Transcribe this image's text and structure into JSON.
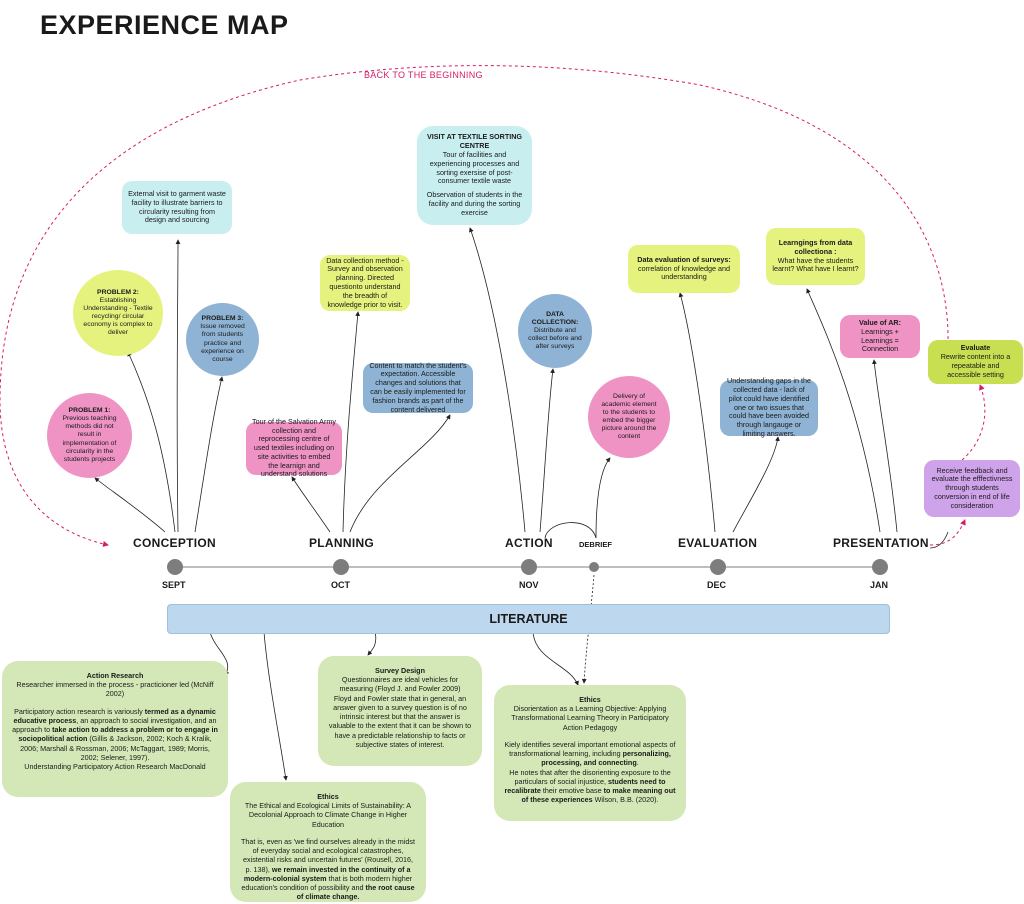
{
  "title": "EXPERIENCE MAP",
  "back_label": "BACK TO THE BEGINNING",
  "stages": [
    {
      "name": "CONCEPTION",
      "month": "SEPT"
    },
    {
      "name": "PLANNING",
      "month": "OCT"
    },
    {
      "name": "ACTION",
      "month": "NOV"
    },
    {
      "name": "EVALUATION",
      "month": "DEC"
    },
    {
      "name": "PRESENTATION",
      "month": "JAN"
    }
  ],
  "debrief": "DEBRIEF",
  "literature": "LITERATURE",
  "nodes": {
    "external_visit": "External visit to garment waste facility to illustrate barriers to circularity resulting from design and sourcing",
    "problem2_title": "PROBLEM 2:",
    "problem2_body": "Establishing Understanding - Textile recycling/ circular economy is complex to deliver",
    "problem3_title": "PROBLEM 3:",
    "problem3_body": "Issue removed from students practice and experience on course",
    "problem1_title": "PROBLEM 1:",
    "problem1_body": "Previous teaching methods did not result in implementation of circularity in the students projects",
    "data_method": "Data collection method - Survey and observation planning. Directed questionto understand the breadth of knowledge prior to visit.",
    "content_match": "Content to match the student's expectation. Accessible changes and solutions that can be easily implemented for fashion brands as part of the content delivered",
    "salvation_army": "Tour of the Salvation Army collection and reprocessing centre of used textiles including on site activities to embed the learnign and understand solutions",
    "visit_title": "VISIT AT TEXTILE SORTING CENTRE",
    "visit_body1": "Tour of facilities and experiencing processes and sorting exersise of post-consumer textile waste",
    "visit_body2": "Observation of students in the facility and during the sorting exercise",
    "data_collection_title": "DATA COLLECTION:",
    "data_collection_body": "Distribute and collect before and after surveys",
    "delivery": "Delivery of academic element to the students to embed the bigger picture around the content",
    "data_eval_title": "Data evaluation of surveys:",
    "data_eval_body": "correlation of knowledge and understanding",
    "gaps": "Understanding gaps in the collected data - lack of pilot could have identified one or two issues that could have been avoided through langauge or limiting answers.",
    "learnings_title": "Learngings from data collectiona :",
    "learnings_body": "What have the students learnt? What have I learnt?",
    "value_title": "Value of AR:",
    "value_body": "Learnings + Learnings = Connection",
    "evaluate_title": "Evaluate",
    "evaluate_body": "Rewrite content into a repeatable and accessible setting",
    "feedback": "Receive feedback and evaluate the efffectivness through students conversion in end of life consideration"
  },
  "lit_boxes": {
    "ar_title": "Action Research",
    "ar_p1": "Researcher immersed in the process - practicioner led (McNiff 2002)",
    "ar_p2a": "Participatory action research is variously ",
    "ar_p2b": "termed as a dynamic educative process",
    "ar_p2c": ", an approach to social investigation, and an approach to ",
    "ar_p2d": "take action to address a problem or to engage in sociopolitical action",
    "ar_p2e": " (Gillis & Jackson, 2002; Koch & Kralik, 2006; Marshall & Rossman, 2006; McTaggart, 1989; Morris, 2002; Selener, 1997).",
    "ar_p3": "Understanding Participatory Action Research MacDonald",
    "survey_title": "Survey Design",
    "survey_p1": "Questionnaires are ideal vehicles for measuring (Floyd J. and Fowler 2009)",
    "survey_p2": "Floyd and Fowler state that in general, an answer given to a survey question is of no intrinsic interest but that the answer is valuable to the extent that it can be shown to have a predictable relationship to facts or subjective states of interest.",
    "ethics1_title": "Ethics",
    "ethics1_p1": "Disorientation as a Learning Objective: Applying Transformational Learning Theory in Participatory Action Pedagogy",
    "ethics1_p2a": "Kiely identifies several important emotional aspects of transformational learning, including ",
    "ethics1_p2b": "personalizing, processing, and connecting",
    "ethics1_p2c": ".",
    "ethics1_p3a": "He notes that after the disorienting exposure to the particulars of social injustice, ",
    "ethics1_p3b": "students need to recalibrate",
    "ethics1_p3c": " their emotive base ",
    "ethics1_p3d": "to make meaning out of these experiences",
    "ethics1_p3e": " Wilson, B.B. (2020).",
    "ethics2_title": "Ethics",
    "ethics2_p1": "The Ethical and Ecological Limits of Sustainability: A Decolonial Approach to Climate Change in Higher Education",
    "ethics2_p2a": "That is, even as 'we find ourselves already in the midst of everyday social and ecological catastrophes, existential risks and uncertain futures' (Rousell, 2016, p. 138), ",
    "ethics2_p2b": "we remain invested in the continuity of a modern-colonial system",
    "ethics2_p2c": " that is both modern higher education's condition of possibility and ",
    "ethics2_p2d": "the root cause of climate change."
  },
  "colors": {
    "accent_dashed": "#d61c6b",
    "timeline": "#7d7d7d",
    "literature_bar": "#bcd7ee",
    "lit_box": "#d3e8b6"
  }
}
